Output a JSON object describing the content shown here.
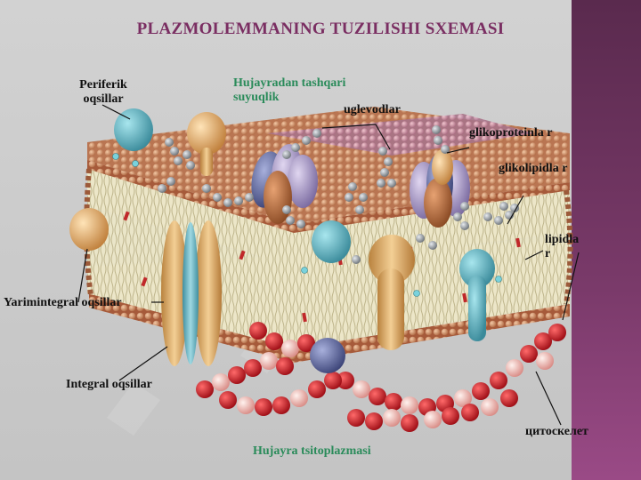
{
  "title": "PLAZMOLEMMANING TUZILISHI SXEMASI",
  "labels": {
    "periferik": "Periferik oqsillar",
    "tashqari": "Hujayradan tashqari suyuqlik",
    "uglevodlar": "uglevodlar",
    "glikoproteinlar": "glikoproteinla r",
    "glikolipidlar": "glikolipidla r",
    "lipidlar": "lipidla r",
    "yarimintegral": "Yarimintegral oqsillar",
    "integral": "Integral oqsillar",
    "tsitoplazma": "Hujayra tsitoplazmasi",
    "tsitoskelet": "цитоскелет"
  },
  "colors": {
    "title": "#7a2e62",
    "green_label": "#2a8b5a",
    "lipid_head": "#c8825a",
    "lipid_head_pink": "#c98aa0",
    "protein_tan": "#d9a55e",
    "protein_blue": "#5ab4c4",
    "cytoskeleton_red": "#c81e24",
    "cytoskeleton_pink": "#f0b8b0",
    "carb_grey": "#8a8f94",
    "band_purple": "#7a3a6a"
  }
}
